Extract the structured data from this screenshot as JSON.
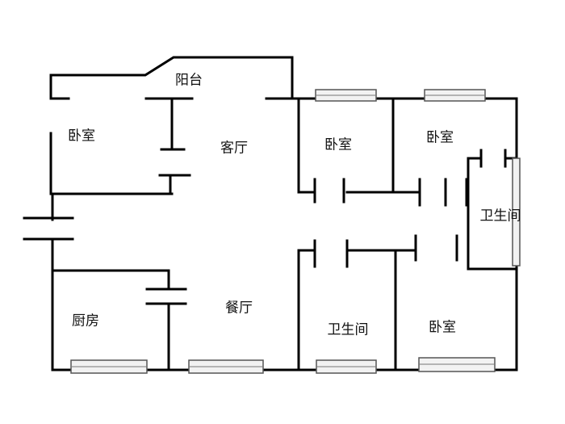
{
  "rooms": {
    "balcony": "阳台",
    "bedroom_topleft": "卧室",
    "living_room": "客厅",
    "bedroom_mid": "卧室",
    "bedroom_right": "卧室",
    "bathroom_right": "卫生间",
    "kitchen": "厨房",
    "dining_room": "餐厅",
    "bathroom_bottom": "卫生间",
    "bedroom_bottom": "卧室"
  },
  "colors": {
    "wall": "#000000",
    "window_fill": "#f2f2f2",
    "window_frame": "#555555"
  }
}
